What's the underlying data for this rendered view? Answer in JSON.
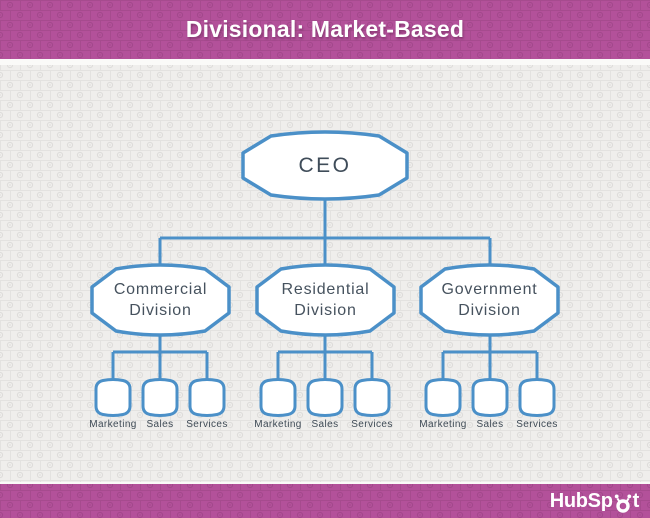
{
  "header": {
    "title": "Divisional: Market-Based"
  },
  "org_chart": {
    "root": {
      "label": "CEO"
    },
    "divisions": [
      {
        "line1": "Commercial",
        "line2": "Division",
        "children": [
          "Marketing",
          "Sales",
          "Services"
        ]
      },
      {
        "line1": "Residential",
        "line2": "Division",
        "children": [
          "Marketing",
          "Sales",
          "Services"
        ]
      },
      {
        "line1": "Government",
        "line2": "Division",
        "children": [
          "Marketing",
          "Sales",
          "Services"
        ]
      }
    ]
  },
  "footer": {
    "brand": "HubSpot",
    "brand_prefix": "HubSp",
    "brand_suffix": "t"
  },
  "colors": {
    "accent_blue": "#4b90c8",
    "brand_magenta": "#b3519a",
    "canvas_gray": "#efeeec",
    "text_dark": "#46525e",
    "node_fill": "#ffffff"
  }
}
